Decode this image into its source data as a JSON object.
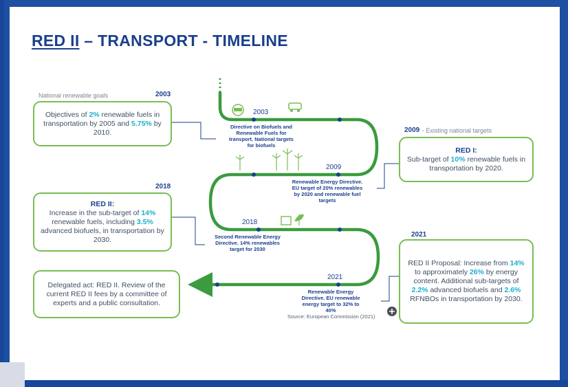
{
  "title": {
    "part1": "RED II",
    "part2": " – TRANSPORT - TIMELINE"
  },
  "left_boxes": [
    {
      "label": "National renewable goals",
      "year": "2003",
      "text": [
        "Objectives of ",
        "2%",
        " renewable fuels in transportation by 2005 and ",
        "5.75%",
        " by 2010."
      ]
    },
    {
      "year": "2018",
      "heading": "RED II:",
      "text": [
        "Increase in the sub-target of ",
        "14%",
        " renewable fuels, including ",
        "3.5%",
        " advanced biofuels, in transportation by 2030."
      ]
    },
    {
      "text": "Delegated act: RED II. Review of the current RED II fees by a committee of experts and a public consultation."
    }
  ],
  "right_boxes": [
    {
      "year": "2009",
      "label": " - Existing national targets",
      "heading": "RED I:",
      "text": [
        "Sub-target of ",
        "10%",
        " renewable fuels in transportation by 2020."
      ]
    },
    {
      "year": "2021",
      "text_a": [
        "RED II Proposal: Increase from ",
        "14%",
        " to approximately ",
        "26%",
        " by energy content. Additional sub-targets of "
      ],
      "text_b": [
        "2.2%",
        " advanced biofuels and ",
        "2.6%",
        " RFNBOs in transportation by 2030."
      ]
    }
  ],
  "path_years": [
    "2003",
    "2009",
    "2018",
    "2021"
  ],
  "captions": [
    "Directive on Biofuels and Renewable Fuels for transport. National targets for biofuels",
    "Renewable Energy Directive. EU target of 20% renewables by 2020 and renewable fuel targets",
    "Second Renewable Energy Directive. 14% renewables target for 2030",
    "Renewable Energy Directive. EU renewable energy target to 32% to 40%"
  ],
  "source": "Source: European Commission (2021)",
  "colors": {
    "green": "#3a9b3f",
    "light_green": "#79bd54",
    "navy": "#1b3f8c",
    "cyan": "#1bb0cf"
  }
}
